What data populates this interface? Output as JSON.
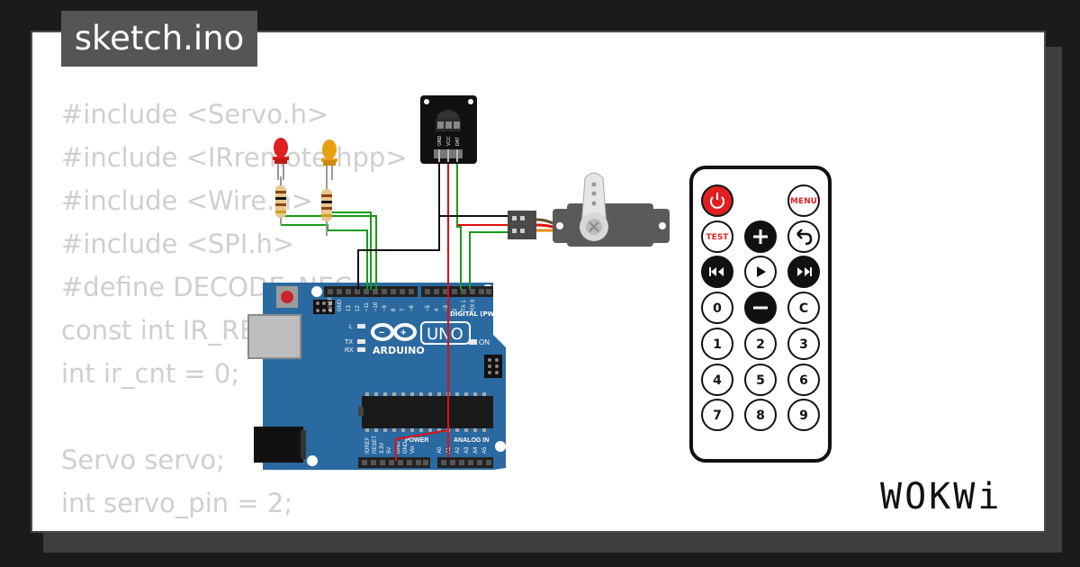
{
  "file_tab": {
    "title": "sketch.ino"
  },
  "code_lines": [
    "#include <Servo.h>",
    "#include <IRremote.hpp>",
    "#include <Wire.h>",
    "#include <SPI.h>",
    "#define DECODE_NEC",
    "const int IR_RE",
    "int ir_cnt = 0;",
    "",
    "Servo servo;",
    "int servo_pin = 2;"
  ],
  "arduino": {
    "brand": "ARDUINO",
    "model": "UNO",
    "digital_label": "DIGITAL (PWM ~)",
    "analog_label": "ANALOG IN",
    "power_label": "POWER",
    "led_l": "L",
    "led_tx": "TX",
    "led_rx": "RX",
    "led_on": "ON",
    "top_pins": [
      "AREF",
      "GND",
      "13",
      "12",
      "~11",
      "~10",
      "~9",
      "8",
      "7",
      "~6",
      "~5",
      "4",
      "~3",
      "2",
      "TX 1",
      "RX 0"
    ],
    "bottom_pins": [
      "IOREF",
      "RESET",
      "3.3V",
      "5V",
      "GND",
      "GND",
      "Vin",
      "A0",
      "A1",
      "A2",
      "A3",
      "A4",
      "A5"
    ]
  },
  "ir_receiver": {
    "pins": [
      "GND",
      "VCC",
      "DAT"
    ]
  },
  "remote": {
    "buttons": [
      [
        "power",
        "",
        "MENU"
      ],
      [
        "TEST",
        "plus",
        "back"
      ],
      [
        "prev",
        "play",
        "next"
      ],
      [
        "0",
        "minus",
        "C"
      ],
      [
        "1",
        "2",
        "3"
      ],
      [
        "4",
        "5",
        "6"
      ],
      [
        "7",
        "8",
        "9"
      ]
    ]
  },
  "logo": {
    "text": "WOKWi"
  },
  "colors": {
    "board_blue": "#2a6aa0",
    "led_red": "#e02020",
    "led_yellow": "#e8a010",
    "wire_green": "#1a9a1a",
    "wire_red": "#e01010",
    "servo_gray": "#5a5a5a"
  }
}
